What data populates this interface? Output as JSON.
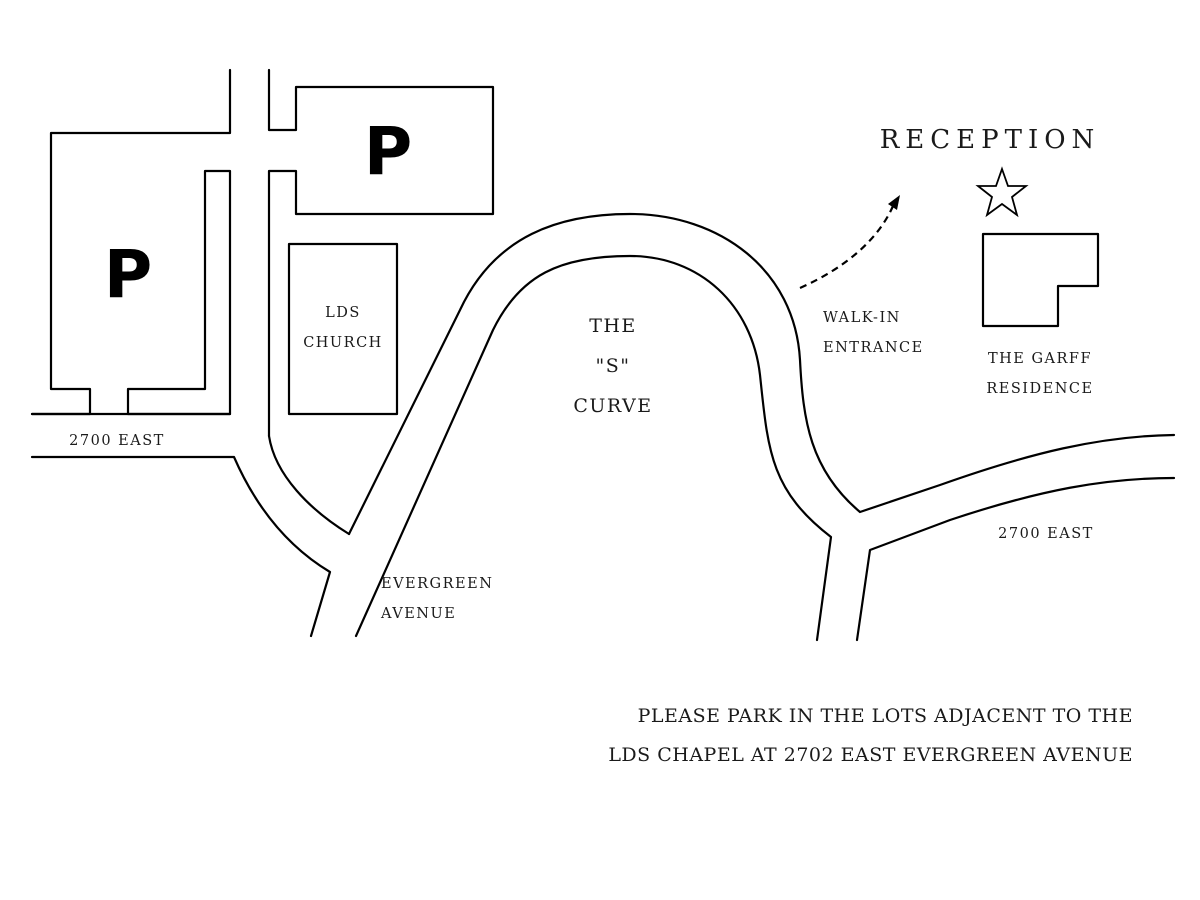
{
  "map": {
    "parking_label": "P",
    "church": [
      "LDS",
      "CHURCH"
    ],
    "s_curve": [
      "THE",
      "\"S\"",
      "CURVE"
    ],
    "street_west": "2700 EAST",
    "street_east": "2700 EAST",
    "evergreen": [
      "EVERGREEN",
      "AVENUE"
    ],
    "walk_in": [
      "WALK-IN",
      "ENTRANCE"
    ],
    "reception": "RECEPTION",
    "residence": [
      "THE GARFF",
      "RESIDENCE"
    ],
    "star_icon": "star-icon",
    "arrow_icon": "dashed-arrow-icon"
  },
  "notice": {
    "line1": "PLEASE PARK IN THE LOTS ADJACENT TO THE",
    "line2": "LDS CHAPEL AT 2702 EAST EVERGREEN AVENUE"
  }
}
